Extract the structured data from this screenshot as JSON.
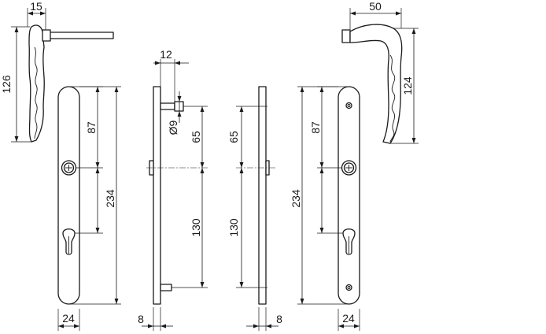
{
  "drawing": {
    "dimensions": {
      "handle_left_depth": "15",
      "handle_left_height": "126",
      "handle_right_width": "50",
      "handle_right_height": "124",
      "plate_left_upper": "87",
      "plate_left_total": "234",
      "plate_left_width": "24",
      "side_left_top": "12",
      "side_left_hole": "Ø9",
      "side_left_upper": "65",
      "side_left_lower": "130",
      "side_left_thickness": "8",
      "side_right_upper": "65",
      "side_right_lower": "130",
      "side_right_thickness": "8",
      "plate_right_upper": "87",
      "plate_right_total": "234",
      "plate_right_width": "24"
    }
  }
}
